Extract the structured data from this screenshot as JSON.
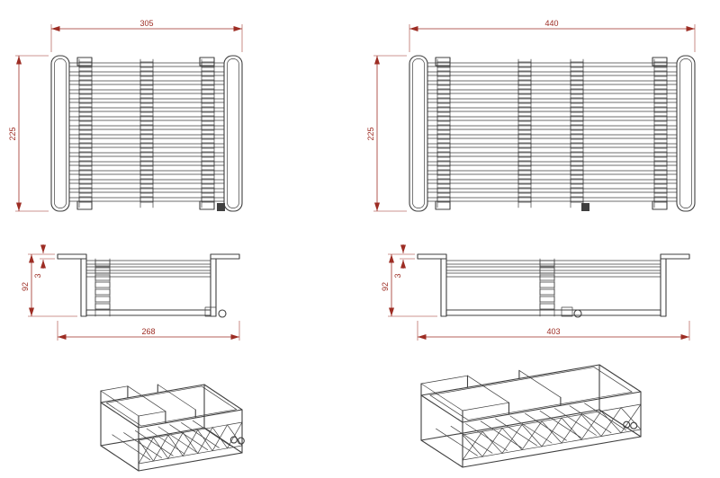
{
  "colors": {
    "line": "#3f3f3f",
    "dimension": "#9d2d24",
    "background": "#ffffff"
  },
  "views": {
    "plan_small": {
      "width": "305",
      "height": "225"
    },
    "plan_large": {
      "width": "440",
      "height": "225"
    },
    "side_small": {
      "height": "92",
      "flange_thickness": "3",
      "width": "268"
    },
    "side_large": {
      "height": "92",
      "flange_thickness": "3",
      "width": "403"
    }
  }
}
